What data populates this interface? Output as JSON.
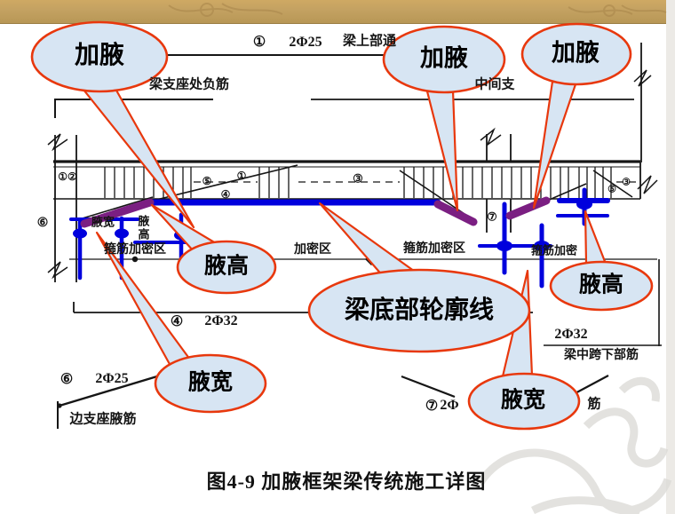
{
  "page": {
    "caption": "图4-9  加腋框架梁传统施工详图"
  },
  "callouts": {
    "jiaye_left": "加腋",
    "jiaye_mid": "加腋",
    "jiaye_right": "加腋",
    "yegao_left": "腋高",
    "yegao_right": "腋高",
    "yekuan_left": "腋宽",
    "yekuan_right": "腋宽",
    "beam_bottom_outline": "梁底部轮廓线"
  },
  "drawing_labels": {
    "top_rebar_no": "①",
    "top_rebar_spec": "2Φ25",
    "top_rebar_name": "梁上部通",
    "support_negative_rebar": "梁支座处负筋",
    "middle_support": "中间支",
    "haunch_width_small": "腋宽",
    "haunch_height_small": "腋高",
    "stirrup_zone_left": "箍筋加密区",
    "stirrup_zone_mid": "加密区",
    "stirrup_zone_right": "箍筋加密区",
    "stirrup_zone_mid2": "箍筋加密",
    "dim4_no": "④",
    "dim4_spec": "2Φ32",
    "bottom_right_spec": "2Φ32",
    "bottom_right_name": "梁中跨下部筋",
    "dim6_no": "⑥",
    "dim6_spec": "2Φ25",
    "edge_support_rebar": "边支座腋筋",
    "dim7_no": "⑦",
    "dim7_spec": "2Φ",
    "dim7_fragment": "筋",
    "beam_marks": {
      "m12": "①②",
      "m5": "⑤",
      "m4": "④",
      "m1": "①",
      "m3": "③",
      "m7": "⑦",
      "m6": "⑥",
      "m5b": "⑤",
      "m3b": "③"
    }
  },
  "colors": {
    "highlight_blue": "#0000dd",
    "haunch_purple": "#7b1f82",
    "callout_red": "#e8380d",
    "callout_fill": "#d7e5f3",
    "band_tan": "#c9a969"
  }
}
